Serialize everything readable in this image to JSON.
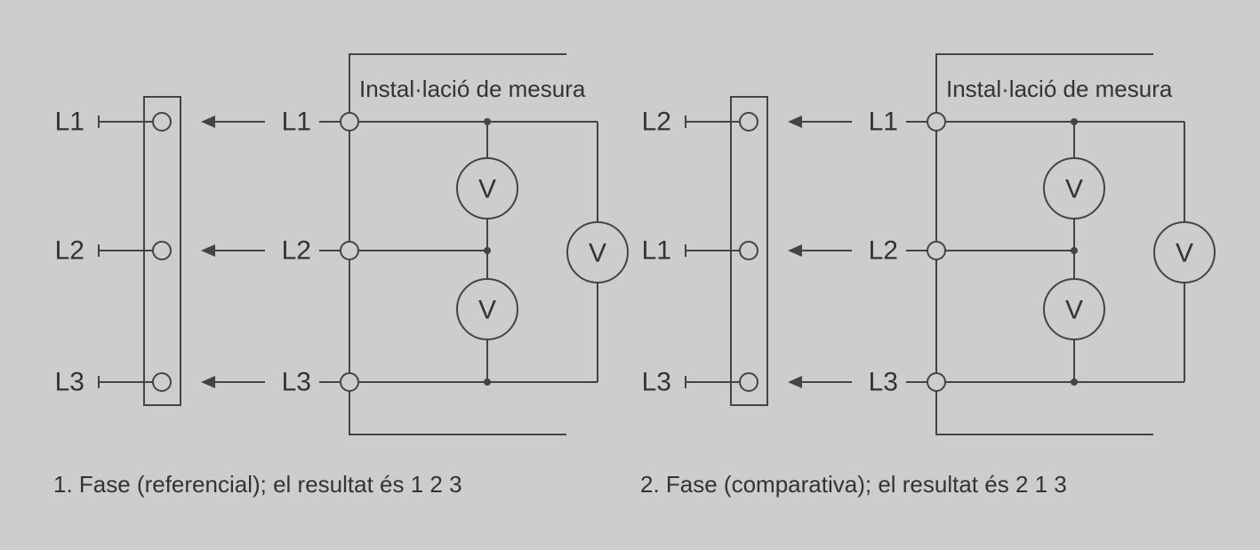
{
  "panels": [
    {
      "installation_label": "Instal·lació de mesura",
      "source_labels": [
        "L1",
        "L2",
        "L3"
      ],
      "installation_labels": [
        "L1",
        "L2",
        "L3"
      ],
      "meter_symbol": "V",
      "caption": "1. Fase (referencial); el resultat és 1 2 3"
    },
    {
      "installation_label": "Instal·lació de mesura",
      "source_labels": [
        "L2",
        "L1",
        "L3"
      ],
      "installation_labels": [
        "L1",
        "L2",
        "L3"
      ],
      "meter_symbol": "V",
      "caption": "2. Fase (comparativa); el resultat és 2 1 3"
    }
  ],
  "colors": {
    "background": "#cdcdcd",
    "line": "#444444",
    "text": "#333333"
  }
}
